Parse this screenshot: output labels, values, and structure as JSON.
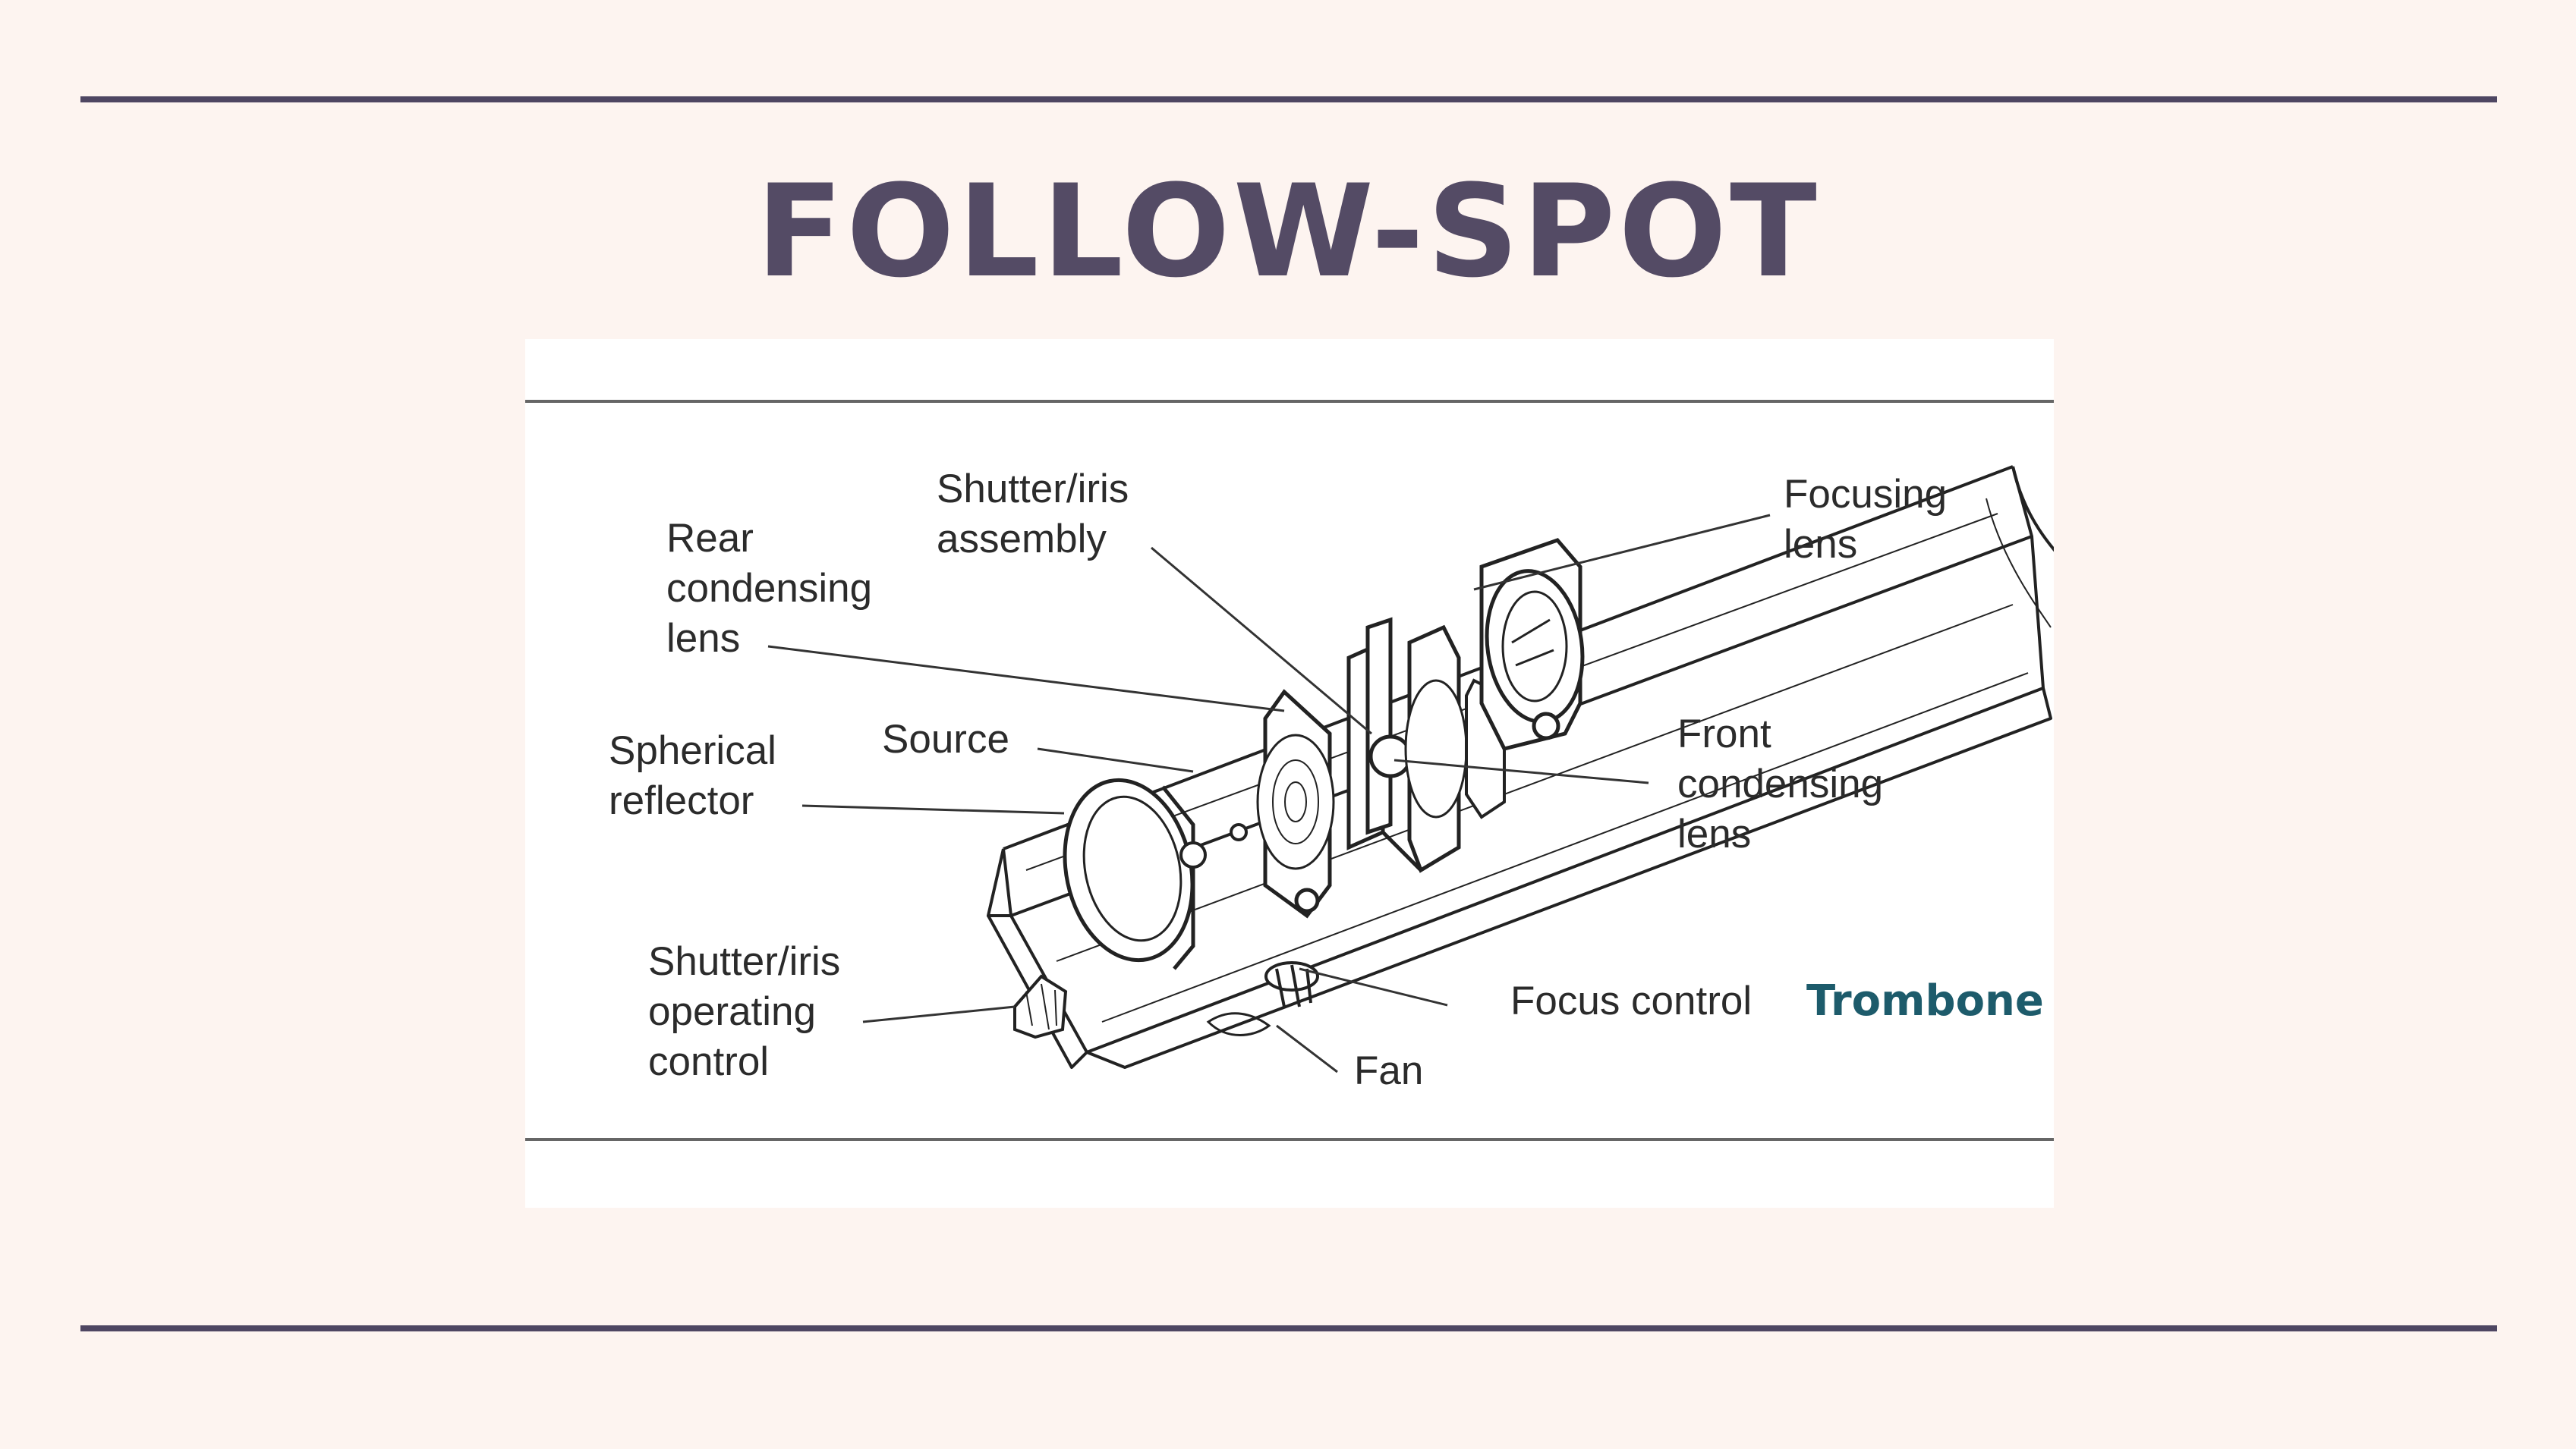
{
  "slide": {
    "title": "FOLLOW-SPOT"
  },
  "diagram": {
    "labels": {
      "rear_condensing_lens": "Rear\ncondensing\nlens",
      "shutter_iris_assembly": "Shutter/iris\nassembly",
      "focusing_lens": "Focusing\nlens",
      "spherical_reflector": "Spherical\nreflector",
      "source": "Source",
      "front_condensing_lens": "Front\ncondensing\nlens",
      "shutter_iris_operating_control": "Shutter/iris\noperating\ncontrol",
      "focus_control": "Focus control",
      "fan": "Fan"
    },
    "overlay_label": "Trombone"
  },
  "colors": {
    "background": "#fdf4f0",
    "rule": "#4e4662",
    "title": "#544b65",
    "overlay_label": "#1d5b6b",
    "figure_background": "#ffffff"
  }
}
